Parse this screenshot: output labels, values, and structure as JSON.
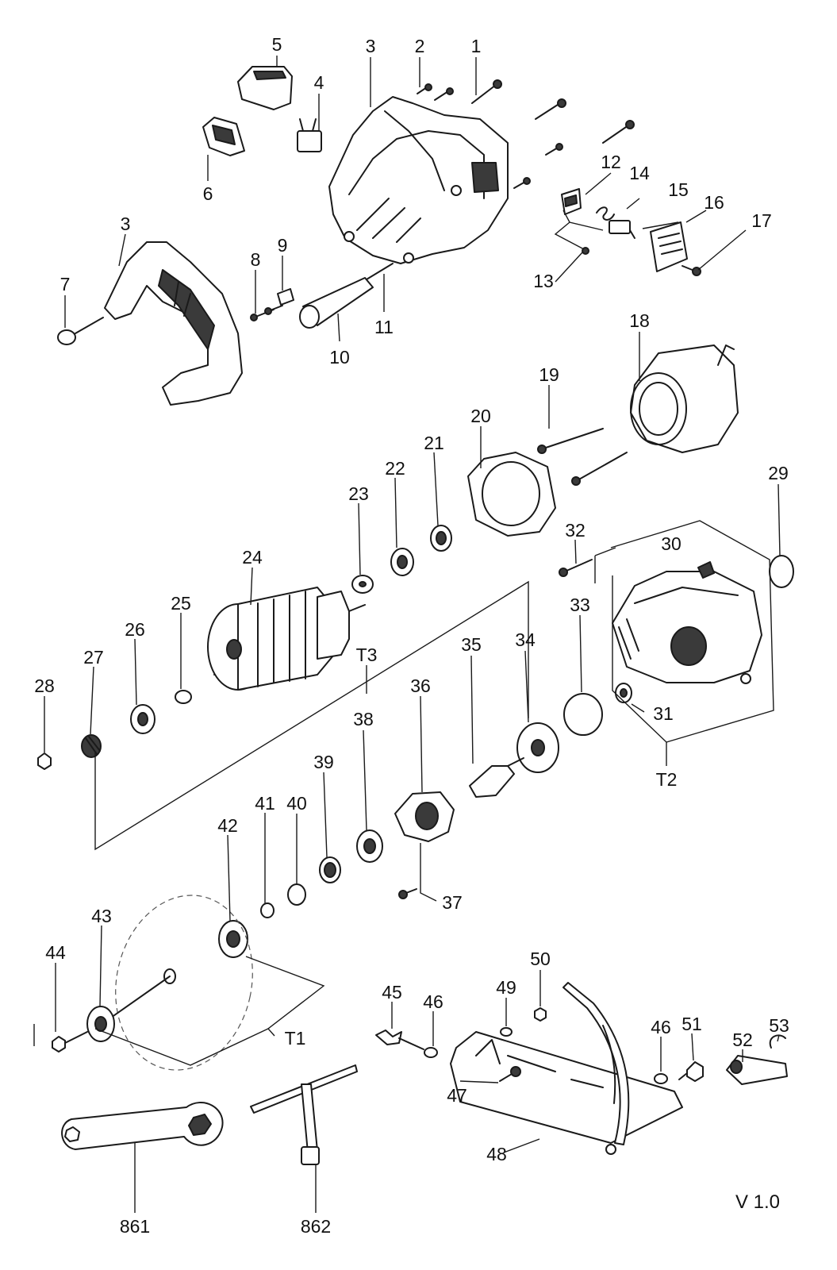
{
  "labels": {
    "p1": "1",
    "p2": "2",
    "p3a": "3",
    "p3b": "3",
    "p4": "4",
    "p5": "5",
    "p6": "6",
    "p7": "7",
    "p8": "8",
    "p9": "9",
    "p10": "10",
    "p11": "11",
    "p12": "12",
    "p13": "13",
    "p14": "14",
    "p15": "15",
    "p16": "16",
    "p17": "17",
    "p18": "18",
    "p19": "19",
    "p20": "20",
    "p21": "21",
    "p22": "22",
    "p23": "23",
    "p24": "24",
    "p25": "25",
    "p26": "26",
    "p27": "27",
    "p28": "28",
    "p29": "29",
    "p30": "30",
    "p31": "31",
    "p32": "32",
    "p33": "33",
    "p34": "34",
    "p35": "35",
    "p36": "36",
    "p37": "37",
    "p38": "38",
    "p39": "39",
    "p40": "40",
    "p41": "41",
    "p42": "42",
    "p43": "43",
    "p44": "44",
    "p45": "45",
    "p46a": "46",
    "p46b": "46",
    "p47": "47",
    "p48": "48",
    "p49": "49",
    "p50": "50",
    "p51": "51",
    "p52": "52",
    "p53": "53",
    "t1": "T1",
    "t2": "T2",
    "t3": "T3",
    "p861": "861",
    "p862": "862"
  },
  "version": "V 1.0"
}
